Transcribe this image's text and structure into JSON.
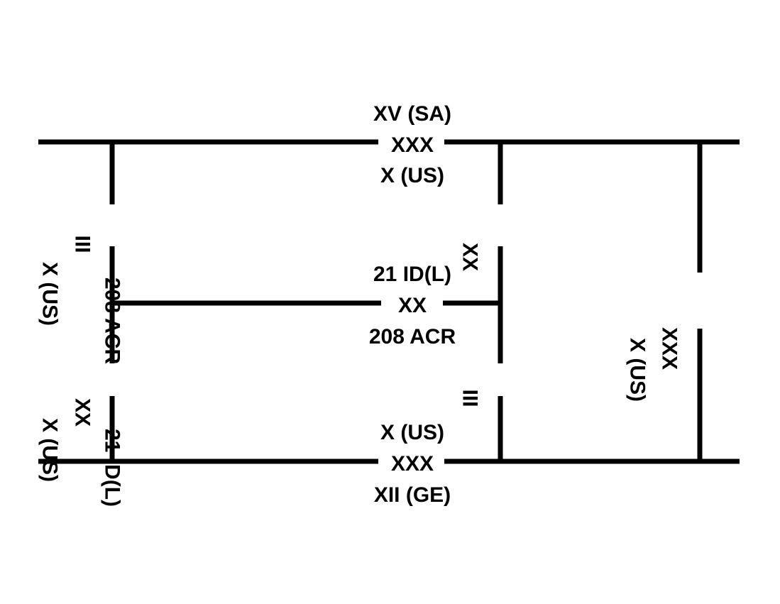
{
  "colors": {
    "line": "#000000",
    "background": "#ffffff"
  },
  "boundaries": {
    "north": {
      "upper": "XV (SA)",
      "echelon": "XXX",
      "lower": "X (US)"
    },
    "south": {
      "upper": "X (US)",
      "echelon": "XXX",
      "lower": "XII (GE)"
    },
    "center": {
      "upper": "21 ID(L)",
      "echelon": "XX",
      "lower": "208 ACR"
    },
    "east_vertical": {
      "echelon": "XXX",
      "unit": "X (US)"
    },
    "middle_vertical_top": {
      "echelon": "XX"
    },
    "middle_vertical_bottom": {
      "echelon": "III"
    },
    "left_vertical_top": {
      "outer": "X (US)",
      "echelon": "III",
      "inner": "208 ACR"
    },
    "left_vertical_bottom": {
      "outer": "X (US)",
      "echelon": "XX",
      "inner": "21 ID(L)"
    }
  }
}
